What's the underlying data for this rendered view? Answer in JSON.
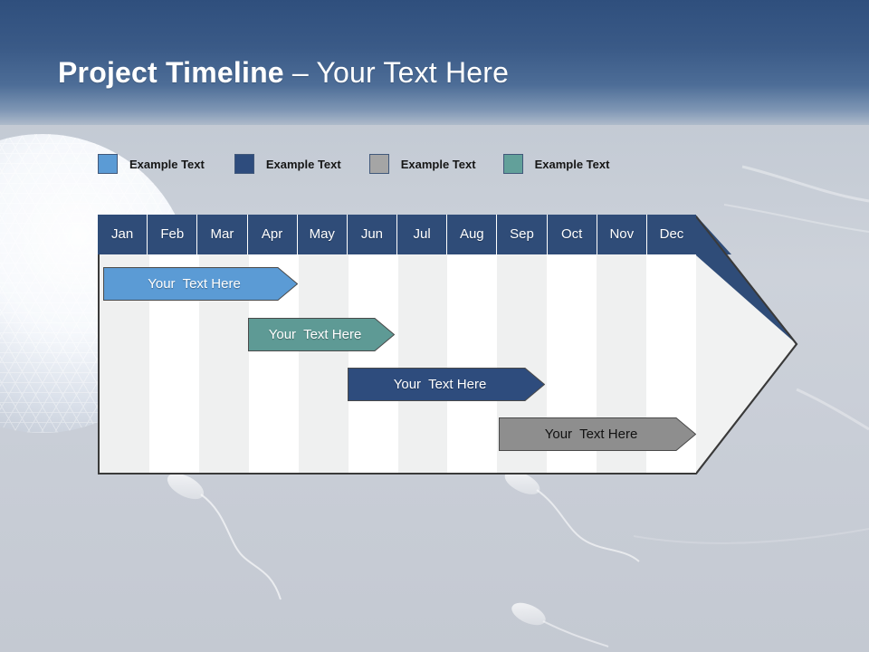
{
  "slide": {
    "title_strong": "Project Timeline",
    "title_light": " – Your Text Here"
  },
  "legend": {
    "items": [
      {
        "label": "Example Text",
        "color": "#5b9bd5",
        "name": "legend-swatch-light-blue"
      },
      {
        "label": "Example Text",
        "color": "#2e4c7d",
        "name": "legend-swatch-navy"
      },
      {
        "label": "Example Text",
        "color": "#a5a5a5",
        "name": "legend-swatch-gray"
      },
      {
        "label": "Example Text",
        "color": "#62a09a",
        "name": "legend-swatch-teal"
      }
    ]
  },
  "chart_data": {
    "type": "bar",
    "title": "Project Timeline – Your Text Here",
    "xlabel": "",
    "ylabel": "",
    "categories": [
      "Jan",
      "Feb",
      "Mar",
      "Apr",
      "May",
      "Jun",
      "Jul",
      "Aug",
      "Sep",
      "Oct",
      "Nov",
      "Dec"
    ],
    "tasks": [
      {
        "label": "Your  Text Here",
        "color": "#5b9bd5",
        "text_color": "light",
        "start_month": "Jan",
        "end_month": "Apr",
        "start_index": 0,
        "span": 3.9
      },
      {
        "label": "Your  Text Here",
        "color": "#5e9a95",
        "text_color": "light",
        "start_month": "Apr",
        "end_month": "Jun",
        "start_index": 3,
        "span": 2.95
      },
      {
        "label": "Your  Text Here",
        "color": "#2e4c7d",
        "text_color": "light",
        "start_month": "Jun",
        "end_month": "Sep",
        "start_index": 5,
        "span": 3.95
      },
      {
        "label": "Your  Text Here",
        "color": "#8e8e8e",
        "text_color": "dark",
        "start_month": "Sep",
        "end_month": "Dec",
        "start_index": 8,
        "span": 3.95
      }
    ],
    "grid": true,
    "legend_position": "top"
  },
  "colors": {
    "header_band": "#2f4c78",
    "arrow_fill": "#f1f2f2",
    "arrow_stroke": "#3a3a3a",
    "column_shade": "#eff0f0",
    "column_plain": "#ffffff"
  }
}
